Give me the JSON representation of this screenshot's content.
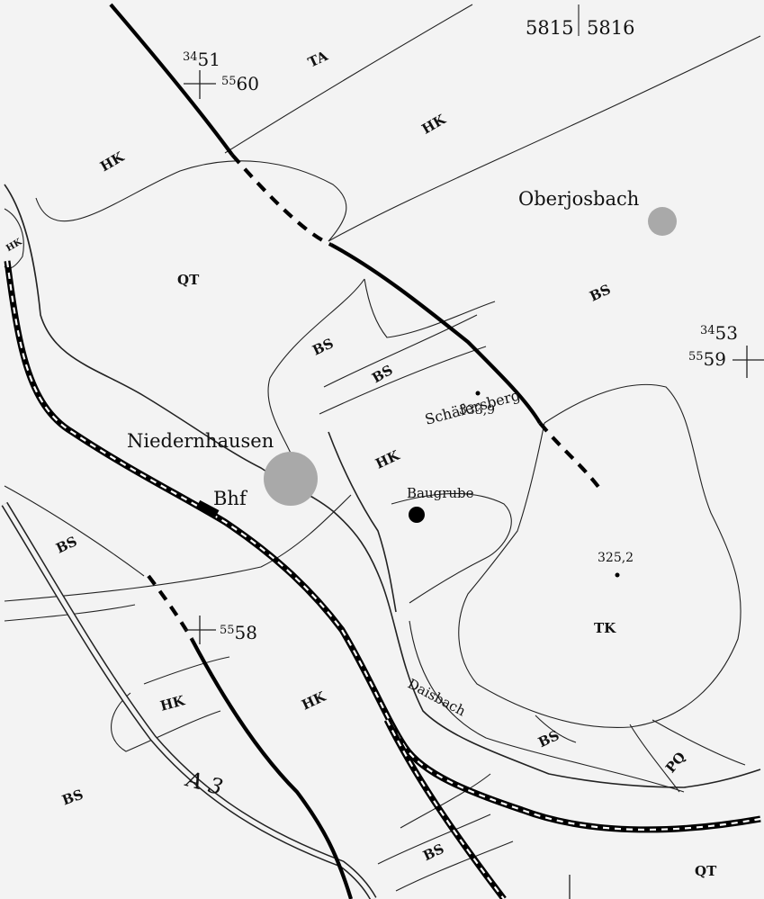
{
  "sheets": {
    "left": "5815",
    "right": "5816"
  },
  "units": {
    "ta": "TA",
    "hk": "HK",
    "qt": "QT",
    "bs": "BS",
    "tk": "TK",
    "pq": "PQ"
  },
  "places": {
    "oberjosbach": "Oberjosbach",
    "niedernhausen": "Niedernhausen",
    "bhf": "Bhf",
    "baugrube": "Baugrube",
    "schaefersberg": "Schäfersberg",
    "daisbach": "Daisbach",
    "autobahn": "A 3"
  },
  "spot_heights": {
    "schaefersberg": "333,9",
    "hill": "325,2"
  },
  "grid": {
    "nw_east_sup": "34",
    "nw_east": "51",
    "nw_north_sup": "55",
    "nw_north": "60",
    "ne_east_sup": "34",
    "ne_east": "53",
    "ne_north_sup": "55",
    "ne_north": "59",
    "s_north_sup": "55",
    "s_north": "58"
  },
  "colors": {
    "town": "#a9a9a9",
    "fault": "#000000",
    "background": "#f3f3f3"
  }
}
